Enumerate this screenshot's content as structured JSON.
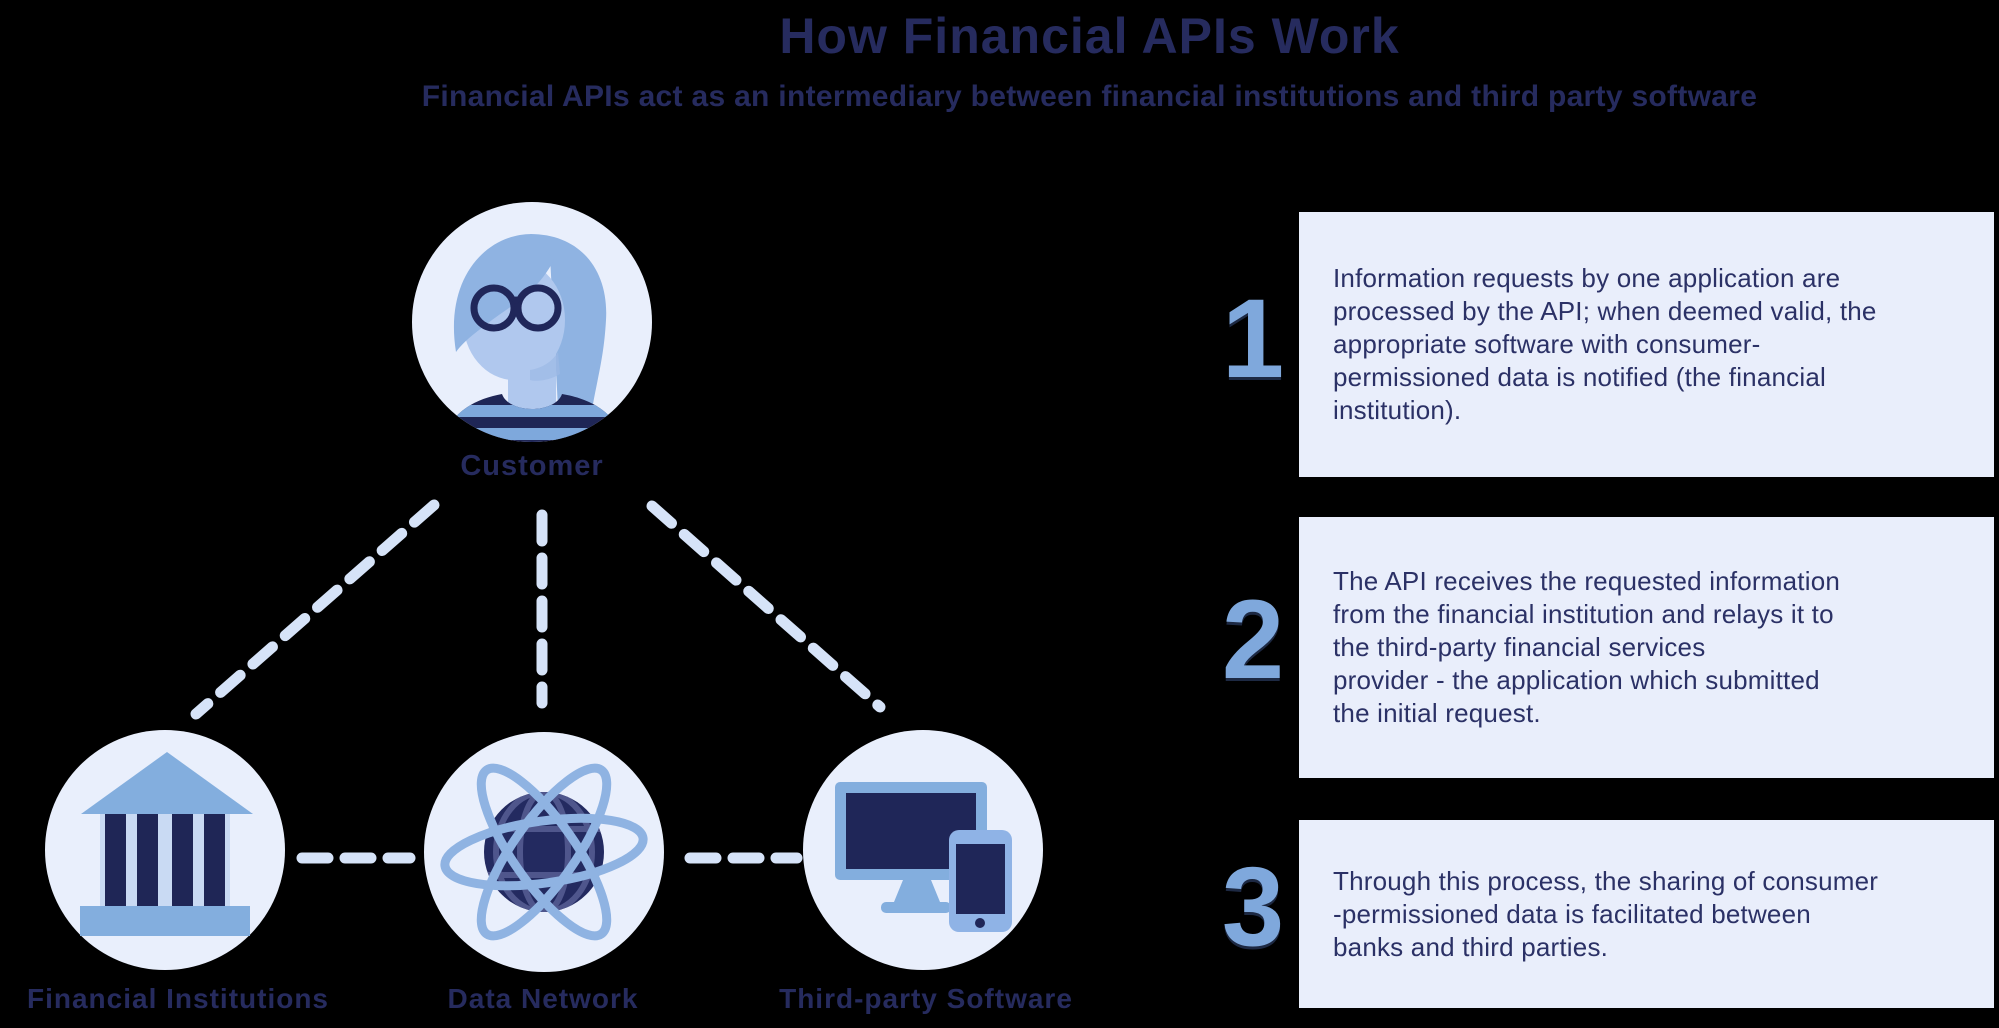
{
  "title": "How Financial APIs Work",
  "subtitle": "Financial APIs act as an intermediary between financial institutions and third party software",
  "diagram": {
    "nodes": [
      {
        "id": "customer",
        "label": "Customer",
        "icon": "person-icon"
      },
      {
        "id": "financial-institutions",
        "label": "Financial Institutions",
        "icon": "bank-icon"
      },
      {
        "id": "data-network",
        "label": "Data Network",
        "icon": "globe-network-icon"
      },
      {
        "id": "third-party-software",
        "label": "Third-party Software",
        "icon": "monitor-phone-icon"
      }
    ],
    "connections": [
      "customer - financial-institutions",
      "customer - data-network",
      "customer - third-party-software",
      "financial-institutions - data-network",
      "data-network - third-party-software"
    ]
  },
  "steps": [
    {
      "number": "1",
      "text": "Information requests by one application are\nprocessed by the API; when deemed valid, the\nappropriate software with consumer-\npermissioned data is notified (the financial\ninstitution)."
    },
    {
      "number": "2",
      "text": "The API receives the requested information\nfrom the financial institution and relays it to\nthe third-party financial services\nprovider - the application which submitted\nthe initial request."
    },
    {
      "number": "3",
      "text": "Through this process, the sharing of consumer\n-permissioned data is facilitated between\nbanks and third parties."
    }
  ],
  "colors": {
    "background": "#000000",
    "navy_text": "#262b5e",
    "body_text": "#2b3166",
    "step_box_bg": "#e9eefb",
    "circle_bg": "#e9effc",
    "number_blue": "#7fa8dc",
    "icon_blue": "#83aede",
    "icon_light_blue": "#c9daf3",
    "icon_navy": "#1f2656",
    "dash_blue": "#d6e3f8",
    "hair_blue": "#8fb3e2",
    "face_blue": "#b0c8ee"
  }
}
